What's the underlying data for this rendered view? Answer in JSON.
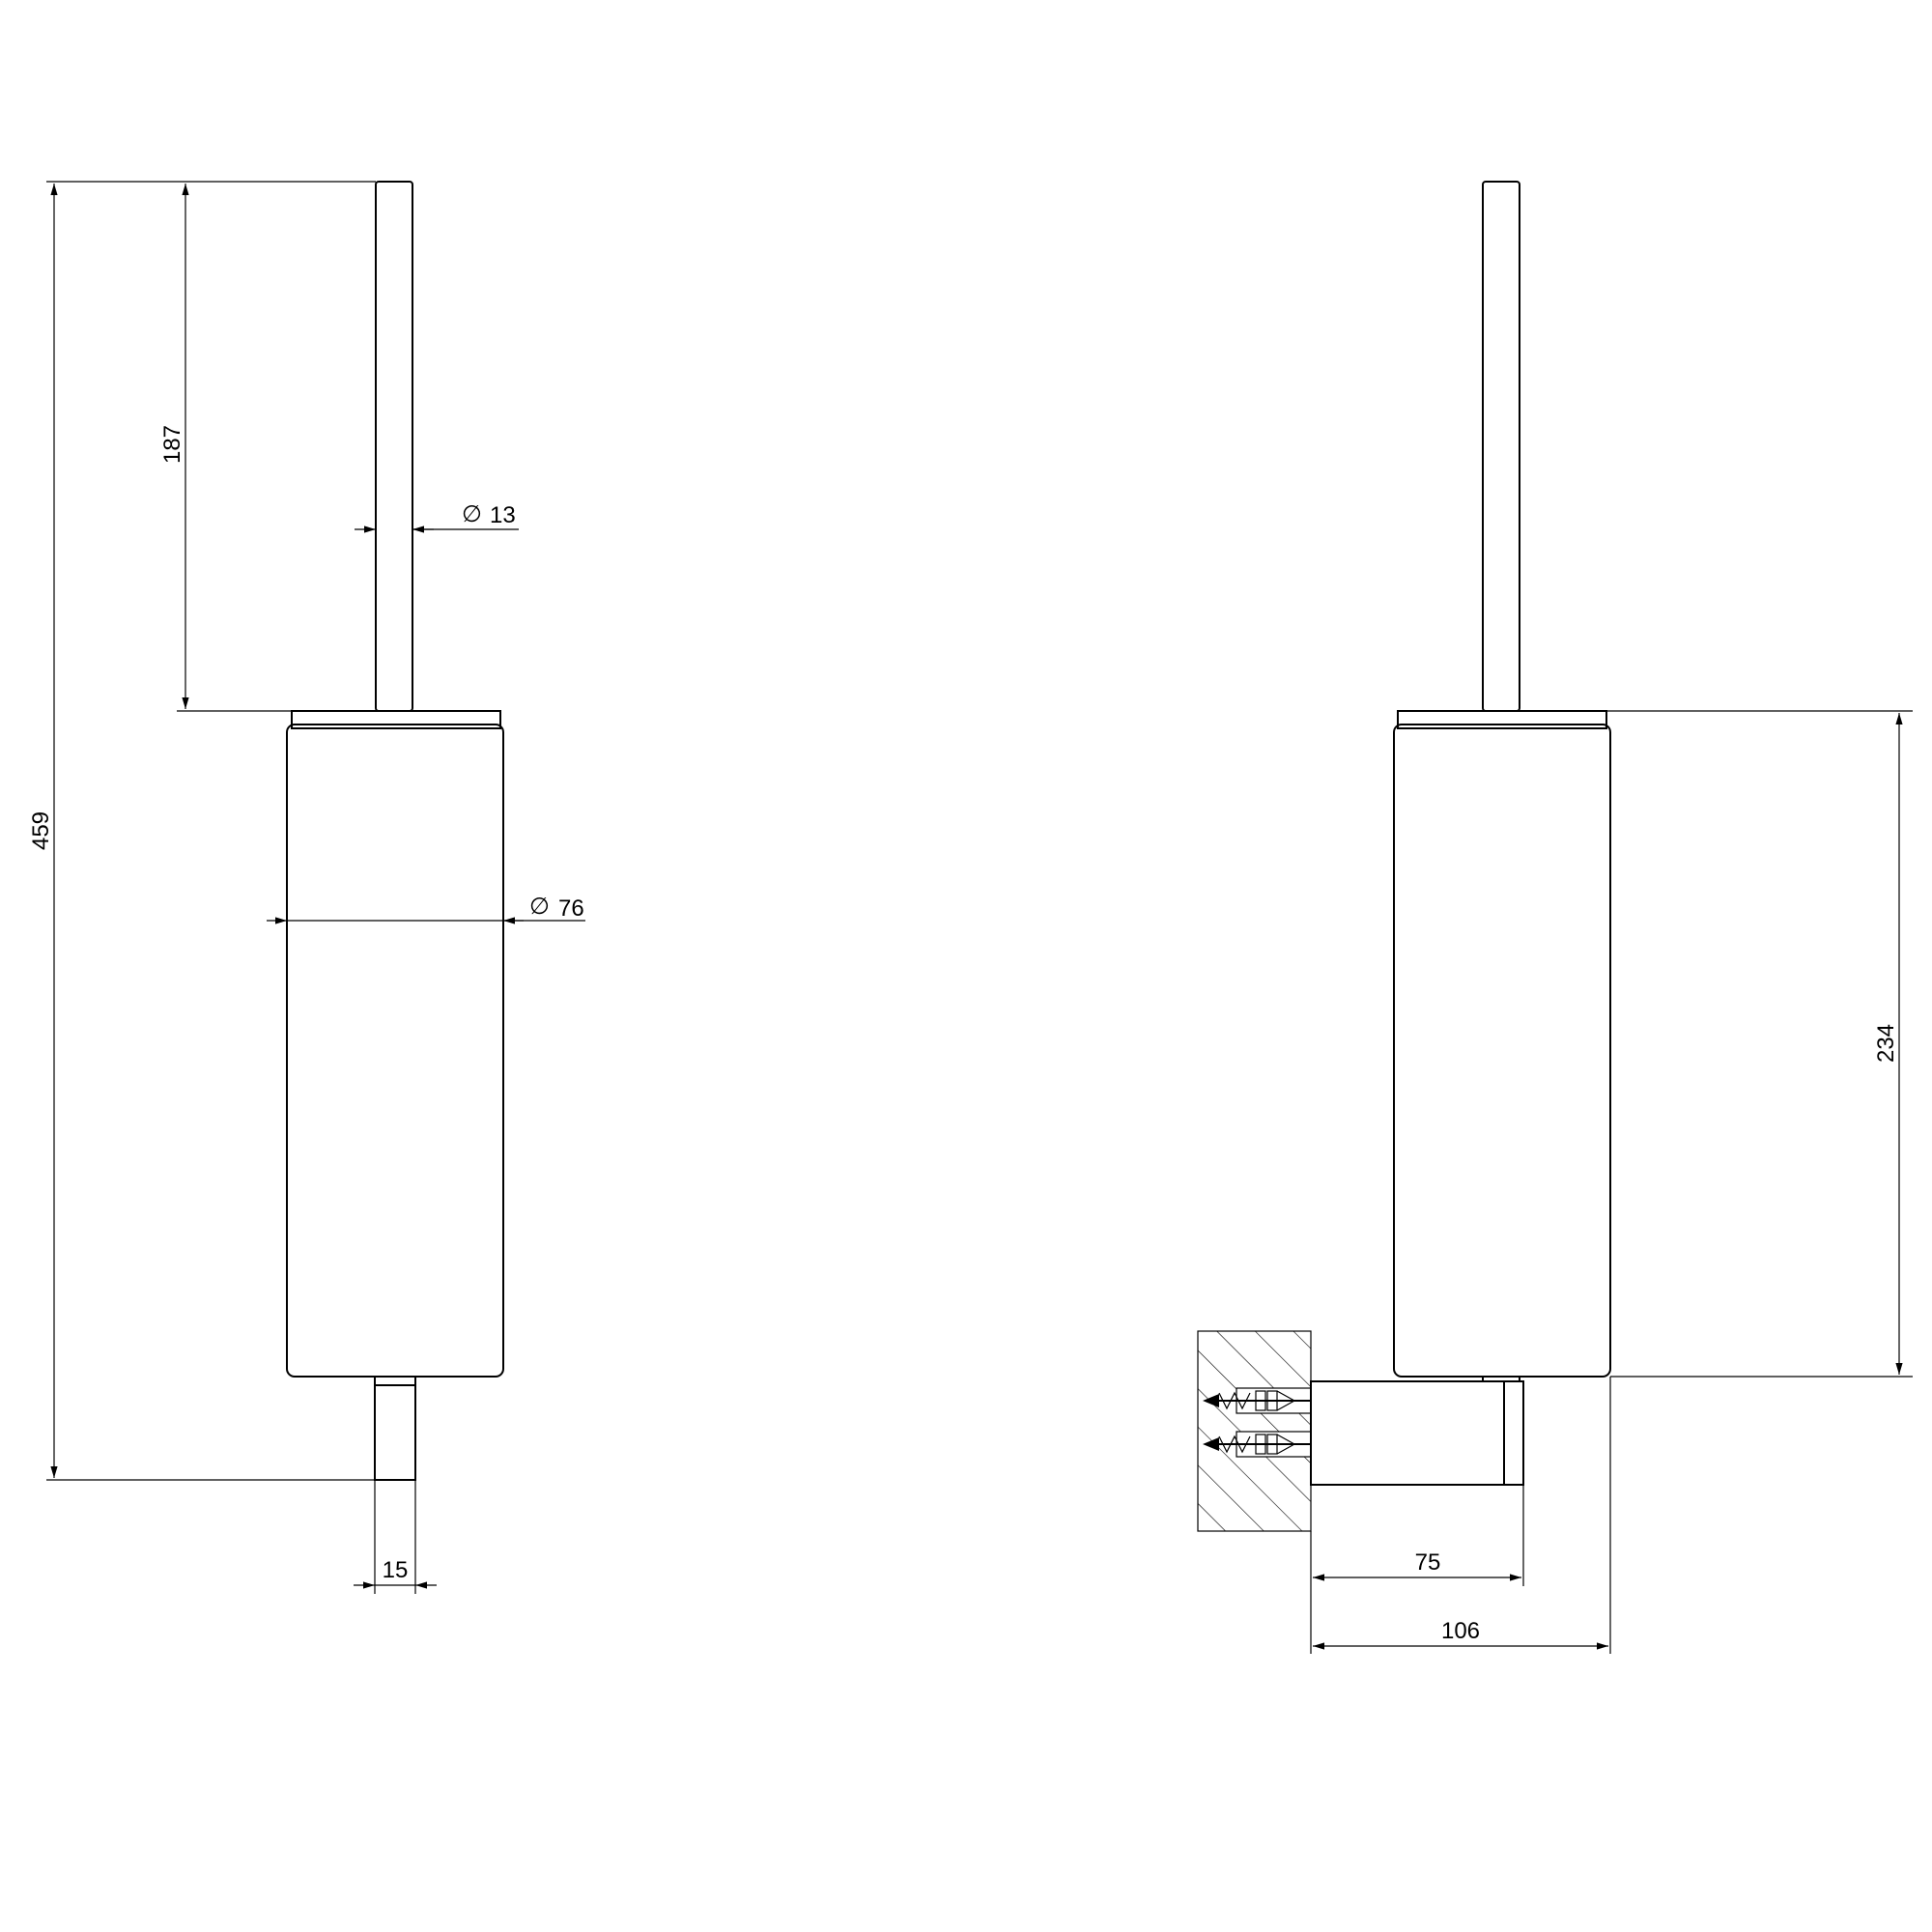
{
  "front_view": {
    "overall_height": "459",
    "handle_length": "187",
    "handle_diameter_symbol": "∅",
    "handle_diameter": "13",
    "body_diameter_symbol": "∅",
    "body_diameter": "76",
    "bracket_width": "15"
  },
  "side_view": {
    "body_height": "234",
    "bracket_depth": "75",
    "overall_depth": "106"
  },
  "colors": {
    "line": "#000000",
    "background": "#ffffff"
  }
}
